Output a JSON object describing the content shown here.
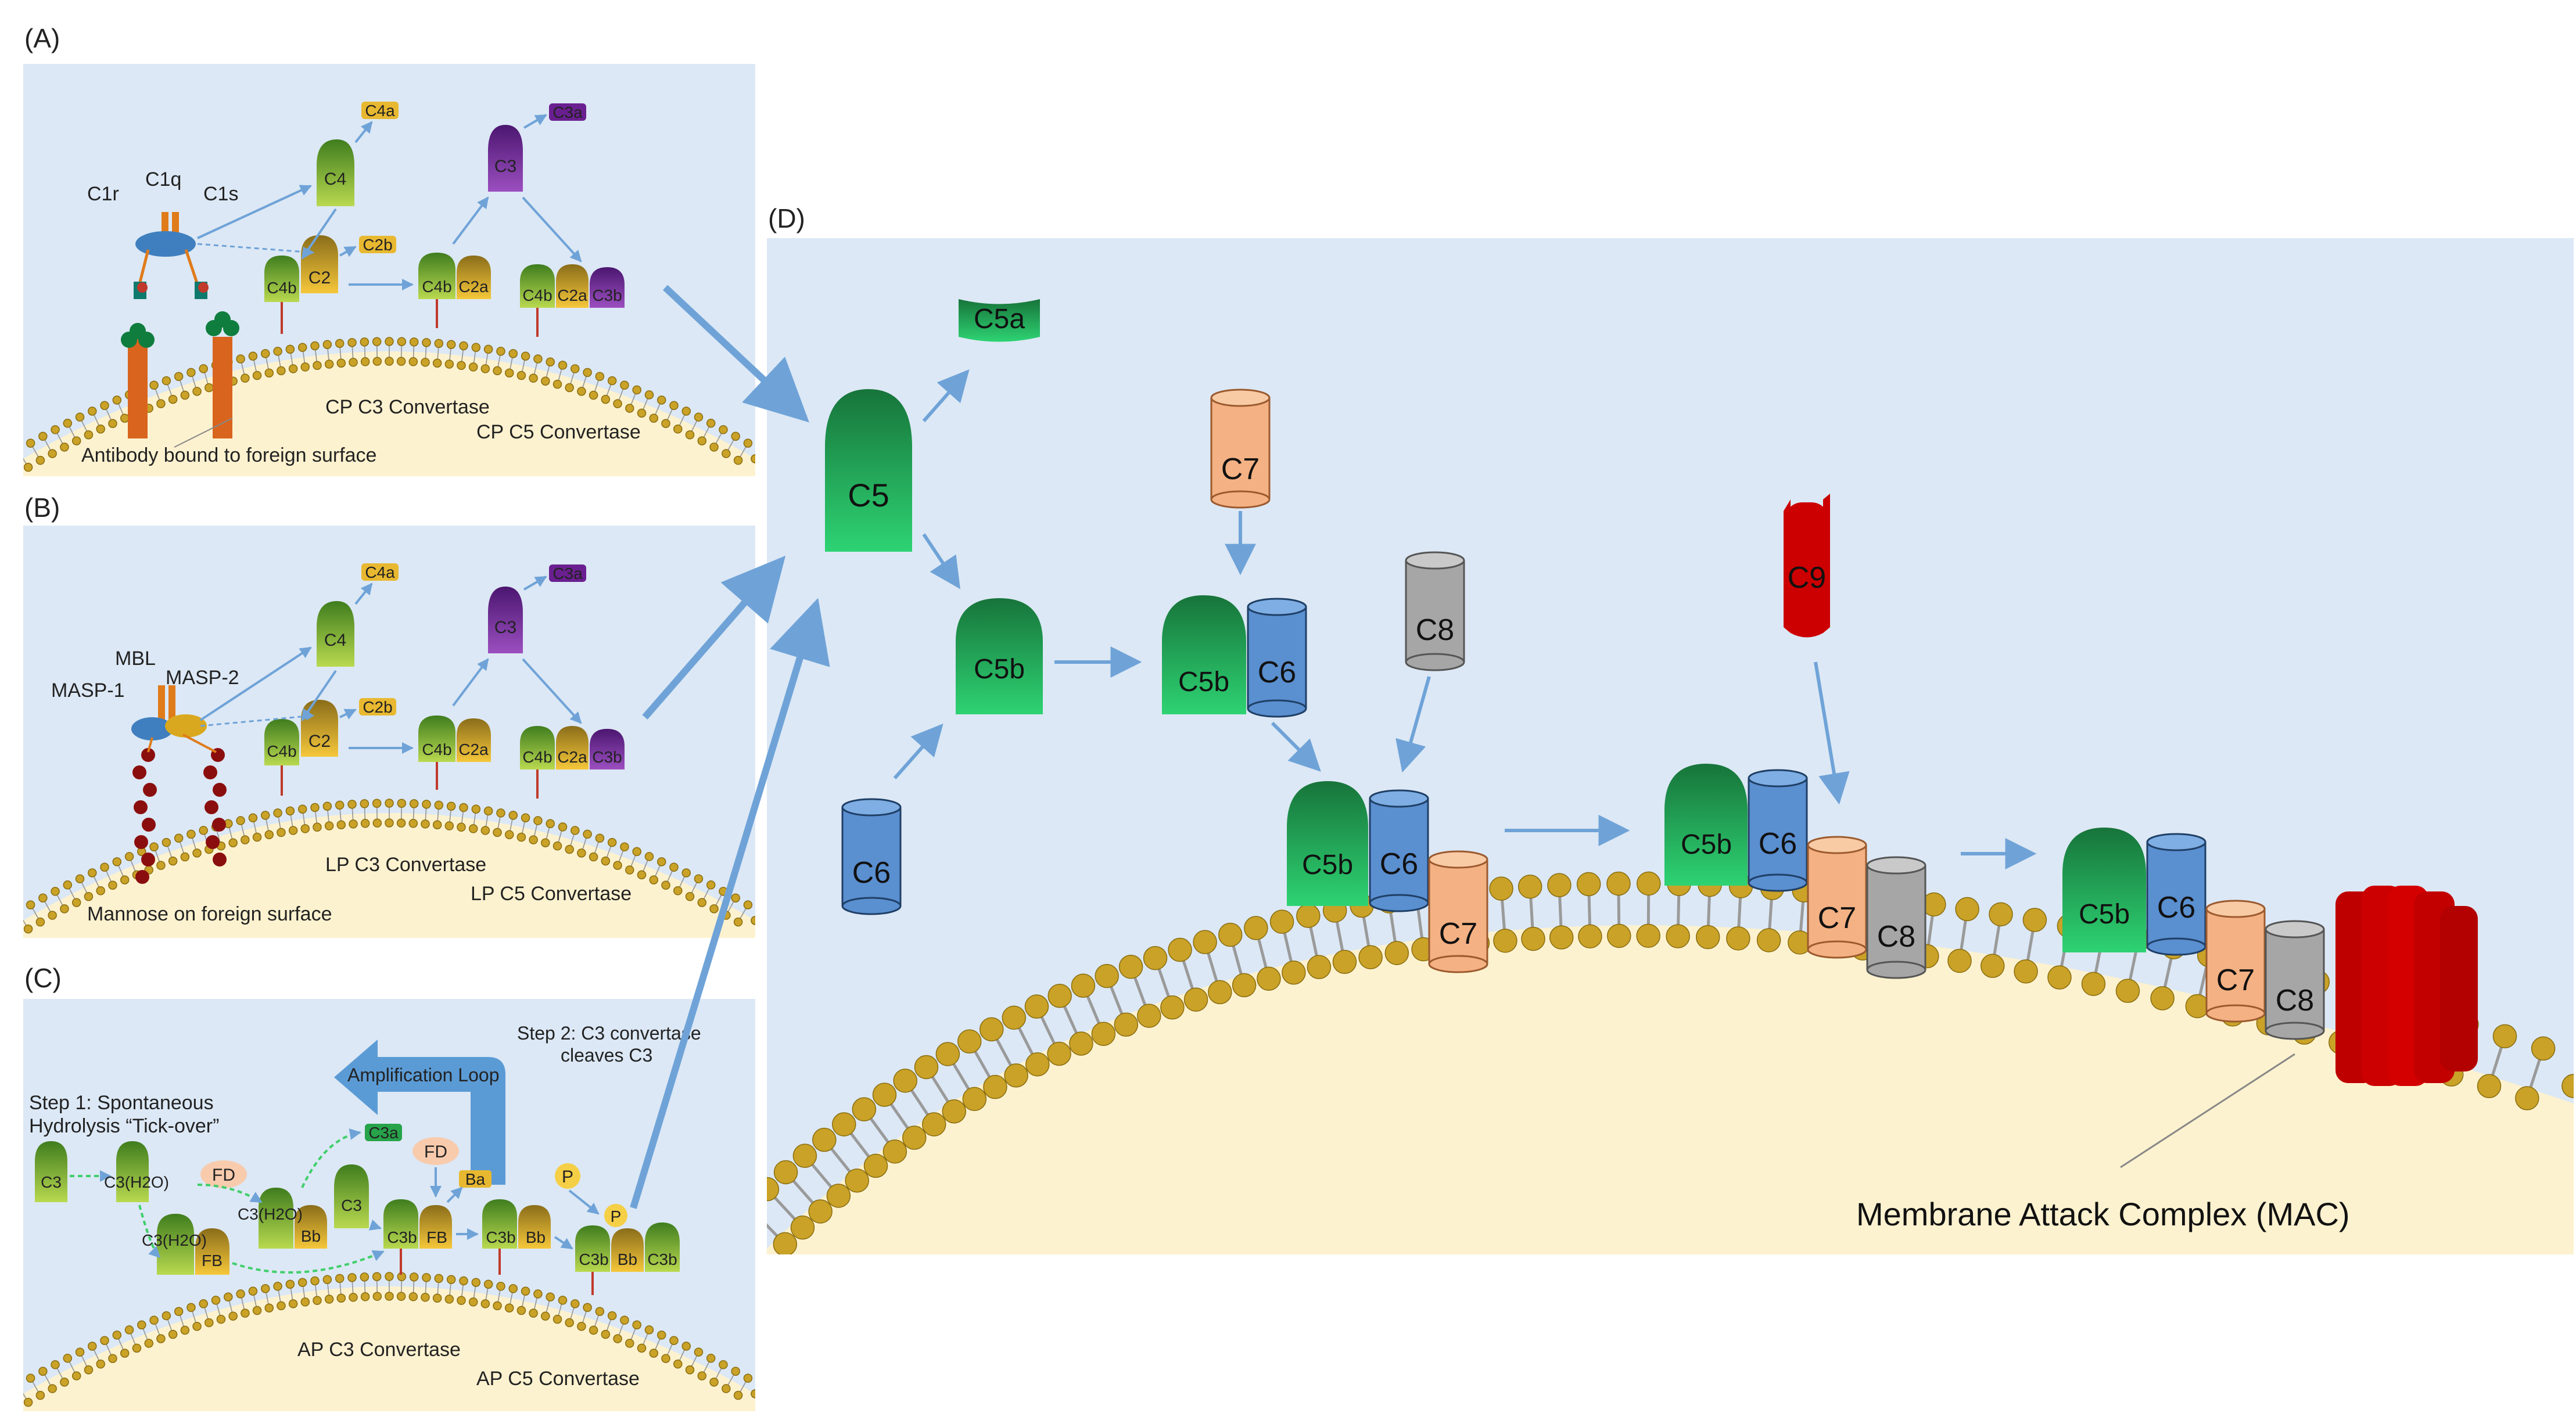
{
  "panel_labels": {
    "a": "(A)",
    "b": "(B)",
    "c": "(C)",
    "d": "(D)"
  },
  "panel_a": {
    "c1q": "C1q",
    "c1r": "C1r",
    "c1s": "C1s",
    "c4": "C4",
    "c4a": "C4a",
    "c2": "C2",
    "c2b": "C2b",
    "c4b": "C4b",
    "c3": "C3",
    "c3a": "C3a",
    "c2a": "C2a",
    "c3b": "C3b",
    "c3_convertase": "CP C3 Convertase",
    "c5_convertase": "CP C5 Convertase",
    "surface_label": "Antibody bound to foreign surface"
  },
  "panel_b": {
    "mbl": "MBL",
    "masp1": "MASP-1",
    "masp2": "MASP-2",
    "c4": "C4",
    "c4a": "C4a",
    "c2": "C2",
    "c2b": "C2b",
    "c4b": "C4b",
    "c3": "C3",
    "c3a": "C3a",
    "c2a": "C2a",
    "c3b": "C3b",
    "c3_convertase": "LP C3 Convertase",
    "c5_convertase": "LP C5 Convertase",
    "surface_label": "Mannose on foreign surface"
  },
  "panel_c": {
    "step1_line1": "Step 1: Spontaneous",
    "step1_line2": "Hydrolysis “Tick-over”",
    "step2_line1": "Step 2: C3 convertase",
    "step2_line2": "cleaves C3",
    "amplification": "Amplification Loop",
    "c3": "C3",
    "c3h2o": "C3(H2O)",
    "fd": "FD",
    "fb": "FB",
    "bb": "Bb",
    "c3a": "C3a",
    "ba": "Ba",
    "c3b": "C3b",
    "p": "P",
    "c3_convertase": "AP C3 Convertase",
    "c5_convertase": "AP C5 Convertase"
  },
  "panel_d": {
    "c5": "C5",
    "c5a": "C5a",
    "c5b": "C5b",
    "c6": "C6",
    "c7": "C7",
    "c8": "C8",
    "c9": "C9",
    "mac_label": "Membrane Attack Complex (MAC)"
  },
  "colors": {
    "panel_bg": "#dce8f5",
    "membrane": "#fdf2cf",
    "lipid_head": "#c9a227",
    "green": "#24b55a",
    "purple": "#7b2d9e",
    "yellow": "#f1c232",
    "blue": "#5a8fd0",
    "salmon": "#f4b183",
    "gray": "#a6a6a6",
    "red": "#cc0000",
    "arrow": "#6fa3d8"
  }
}
